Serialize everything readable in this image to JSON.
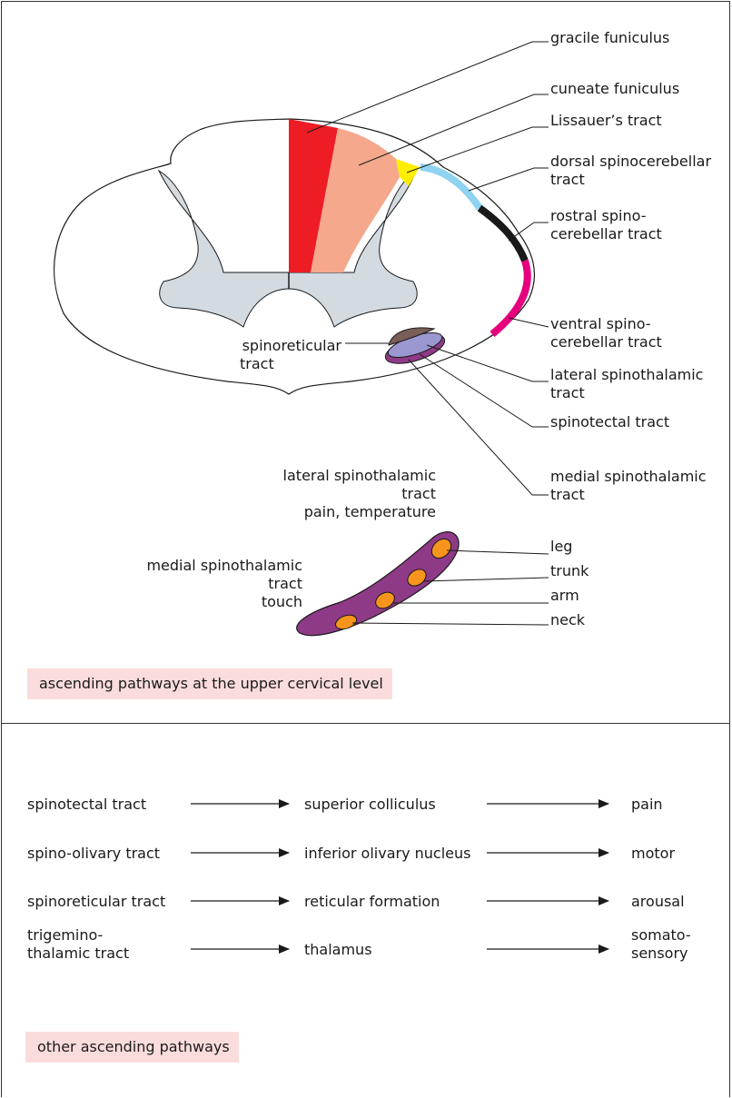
{
  "upper_panel": {
    "labels": {
      "gracile_funiculus": "gracile funiculus",
      "cuneate_funiculus": "cuneate funiculus",
      "lissauers_tract": "Lissauer’s tract",
      "dorsal_spinocerebellar": [
        "dorsal spinocerebellar",
        "tract"
      ],
      "rostral_spinocerebellar": [
        "rostral spino-",
        "cerebellar tract"
      ],
      "ventral_spinocerebellar": [
        "ventral spino-",
        "cerebellar tract"
      ],
      "lateral_spinothalamic": [
        "lateral spinothalamic",
        "tract"
      ],
      "spinotectal": "spinotectal tract",
      "medial_spinothalamic": [
        "medial spinothalamic",
        "tract"
      ],
      "spinoreticular": [
        "spinoreticular",
        "tract"
      ]
    },
    "inset": {
      "lateral_label": [
        "lateral spinothalamic",
        "tract",
        "pain, temperature"
      ],
      "medial_label": [
        "medial spinothalamic",
        "tract",
        "touch"
      ],
      "somatotopy": [
        "leg",
        "trunk",
        "arm",
        "neck"
      ]
    },
    "caption": "ascending pathways at the upper cervical level",
    "colors": {
      "gracile": "#ee1c25",
      "cuneate": "#f5a88c",
      "lissauer": "#ffee00",
      "dorsal_spinocerebellar": "#8fd3f0",
      "rostral_spinocerebellar": "#1a1a1a",
      "ventral_spinocerebellar": "#e6007e",
      "gray_matter": "#d3dbe1",
      "spinoreticular": "#7a5e58",
      "lateral_spinothalamic": "#9b97d0",
      "medial_spinothalamic": "#8e3a87",
      "caption_bg": "#fbdcdc",
      "somatotopy_spot": "#f7941d"
    }
  },
  "lower_panel": {
    "rows": [
      {
        "source": [
          "spinotectal tract"
        ],
        "target": "superior colliculus",
        "function": [
          "pain"
        ]
      },
      {
        "source": [
          "spino-olivary tract"
        ],
        "target": "inferior olivary nucleus",
        "function": [
          "motor"
        ]
      },
      {
        "source": [
          "spinoreticular tract"
        ],
        "target": "reticular formation",
        "function": [
          "arousal"
        ]
      },
      {
        "source": [
          "trigemino-",
          "thalamic tract"
        ],
        "target": "thalamus",
        "function": [
          "somato-",
          "sensory"
        ]
      }
    ],
    "caption": "other ascending pathways"
  }
}
